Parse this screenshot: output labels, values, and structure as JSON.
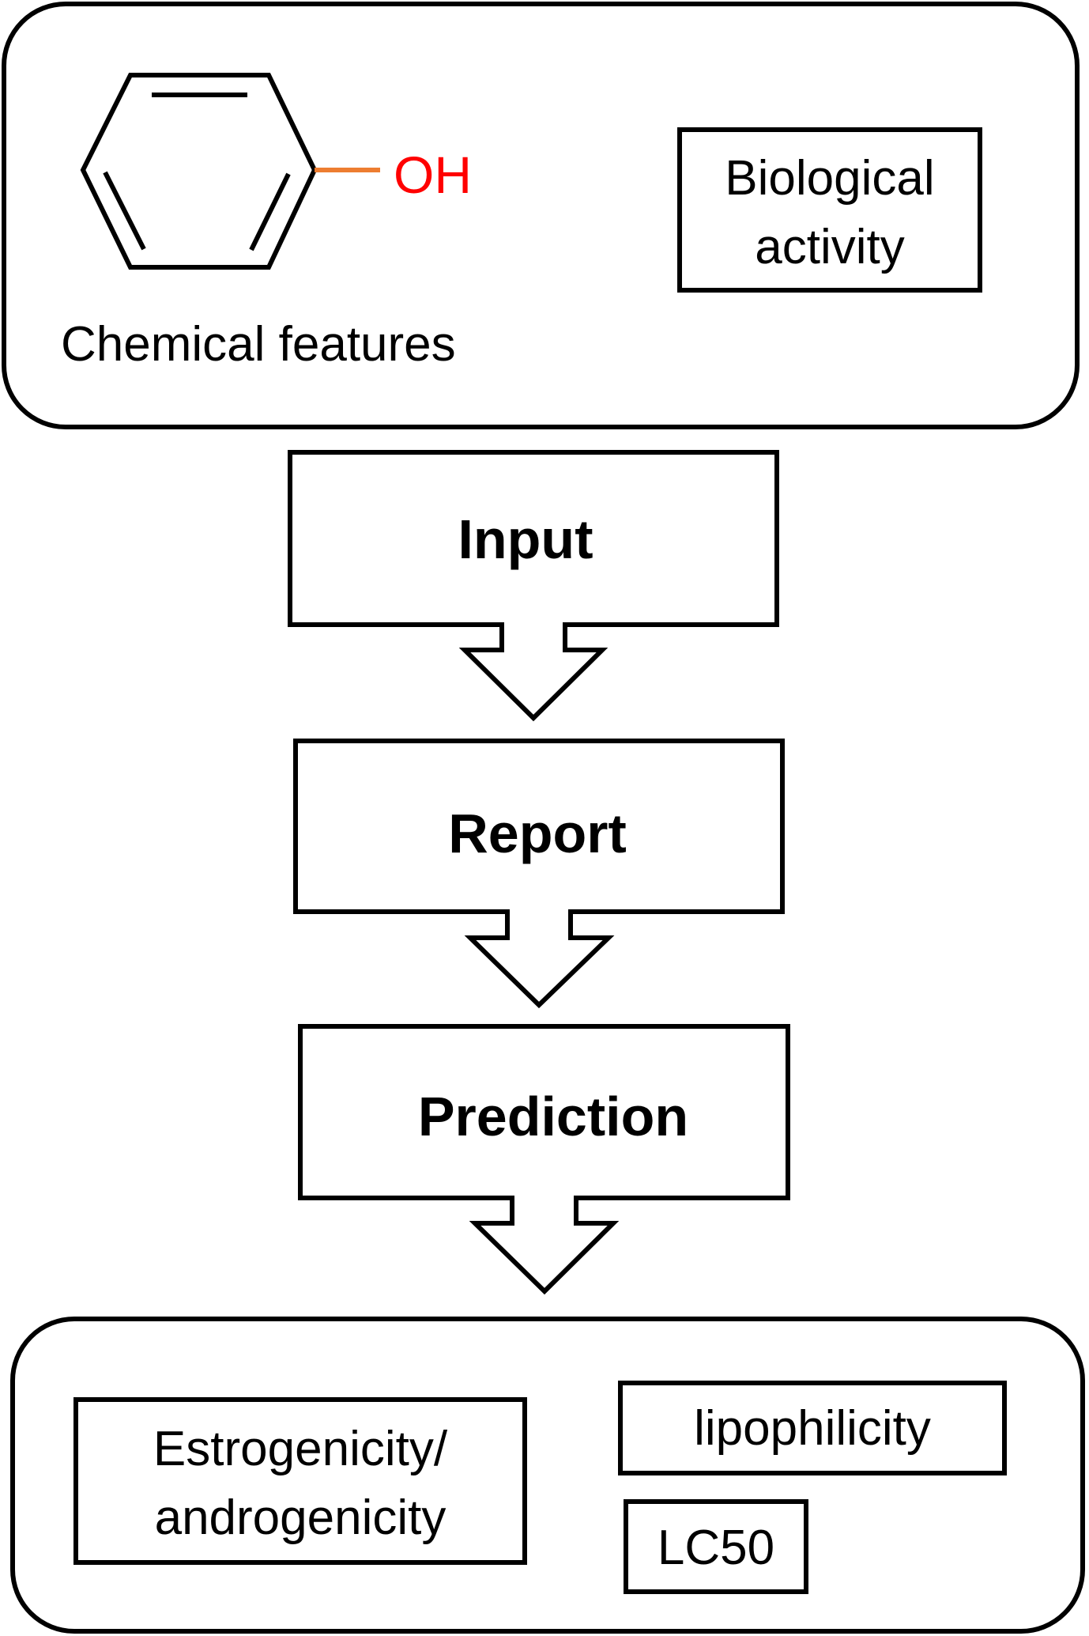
{
  "top_panel": {
    "molecule": {
      "substituent_label": "OH"
    },
    "chemical_features_label": "Chemical features",
    "biological_activity_lines": [
      "Biological",
      "activity"
    ]
  },
  "flow_steps": [
    {
      "label": "Input"
    },
    {
      "label": "Report"
    },
    {
      "label": "Prediction"
    }
  ],
  "bottom_panel": {
    "estrogenicity_lines": [
      "Estrogenicity/",
      "androgenicity"
    ],
    "lipophilicity_label": "lipophilicity",
    "lc50_label": "LC50"
  },
  "colors": {
    "stroke": "#000000",
    "hydroxyl_text": "#ff0000",
    "hydroxyl_bond": "#ed7d31"
  }
}
